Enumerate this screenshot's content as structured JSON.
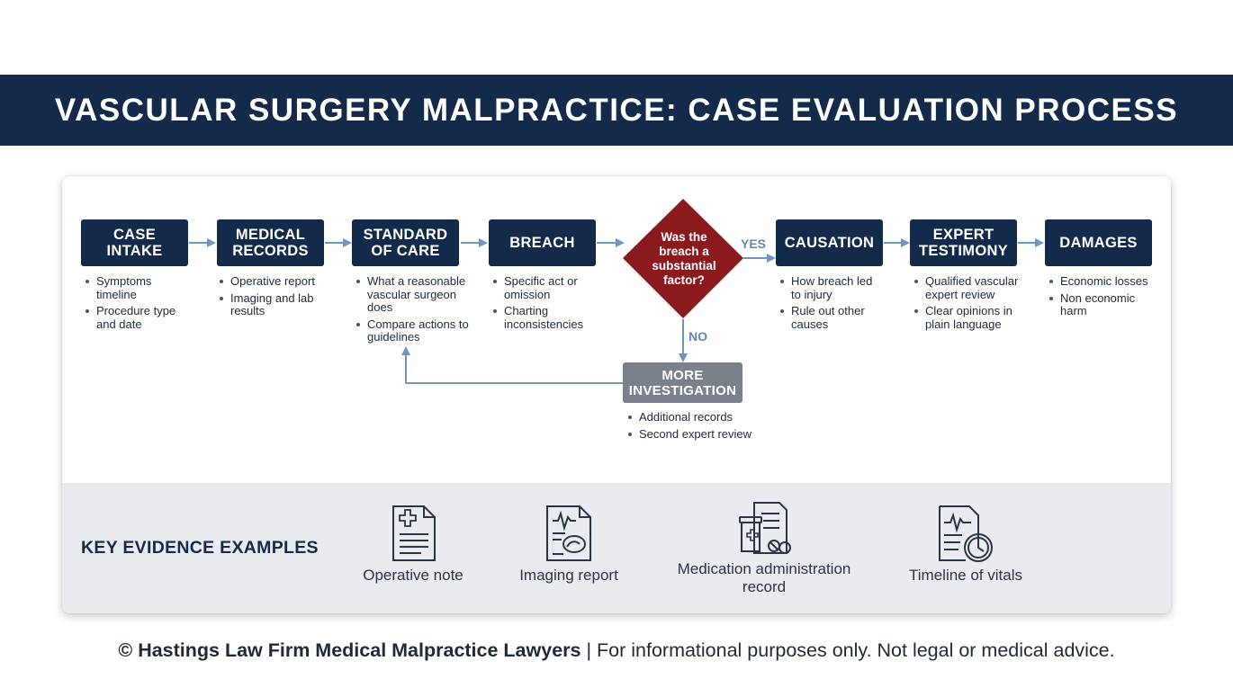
{
  "header": {
    "title": "VASCULAR SURGERY MALPRACTICE: CASE EVALUATION PROCESS"
  },
  "steps": [
    {
      "label": "CASE\nINTAKE",
      "bullets": [
        "Symptoms timeline",
        "Procedure type and date"
      ]
    },
    {
      "label": "MEDICAL\nRECORDS",
      "bullets": [
        "Operative report",
        "Imaging and lab results"
      ]
    },
    {
      "label": "STANDARD\nOF CARE",
      "bullets": [
        "What a reasonable vascular surgeon does",
        "Compare actions to guidelines"
      ]
    },
    {
      "label": "BREACH",
      "bullets": [
        "Specific act or omission",
        "Charting inconsistencies"
      ]
    },
    {
      "label": "CAUSATION",
      "bullets": [
        "How breach led to injury",
        "Rule out other causes"
      ]
    },
    {
      "label": "EXPERT\nTESTIMONY",
      "bullets": [
        "Qualified vascular expert review",
        "Clear opinions in plain language"
      ]
    },
    {
      "label": "DAMAGES",
      "bullets": [
        "Economic losses",
        "Non economic harm"
      ]
    }
  ],
  "decision": {
    "question": "Was the breach a substantial factor?",
    "yes_label": "YES",
    "no_label": "NO"
  },
  "more_investigation": {
    "label": "MORE\nINVESTIGATION",
    "bullets": [
      "Additional records",
      "Second expert review"
    ]
  },
  "evidence": {
    "title": "KEY EVIDENCE EXAMPLES",
    "items": [
      {
        "label": "Operative note",
        "icon": "document-medical-cross-icon"
      },
      {
        "label": "Imaging report",
        "icon": "imaging-report-icon"
      },
      {
        "label": "Medication administration\nrecord",
        "icon": "medication-record-icon"
      },
      {
        "label": "Timeline of vitals",
        "icon": "vitals-timeline-clock-icon"
      }
    ]
  },
  "footer": {
    "bold": "© Hastings Law Firm Medical Malpractice Lawyers",
    "rest": " | For informational purposes only. Not legal or medical advice."
  },
  "colors": {
    "navy": "#142a4a",
    "decision_red": "#8b1a1e",
    "arrow_blue": "#6f96c2",
    "gray_box": "#7b818b",
    "evidence_band": "#e9ebee"
  }
}
